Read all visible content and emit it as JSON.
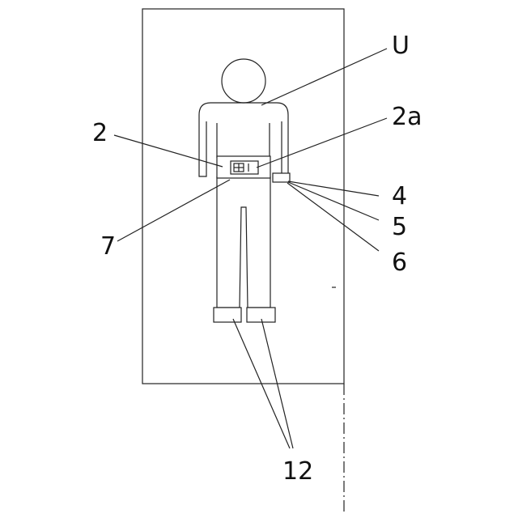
{
  "diagram": {
    "labels": {
      "user": "U",
      "belt_unit": "2",
      "belt_display": "2a",
      "wrist_part_4": "4",
      "wrist_part_5": "5",
      "wrist_part_6": "6",
      "belt": "7",
      "shoes": "12"
    },
    "colors": {
      "line": "#222222",
      "background": "#ffffff"
    }
  }
}
